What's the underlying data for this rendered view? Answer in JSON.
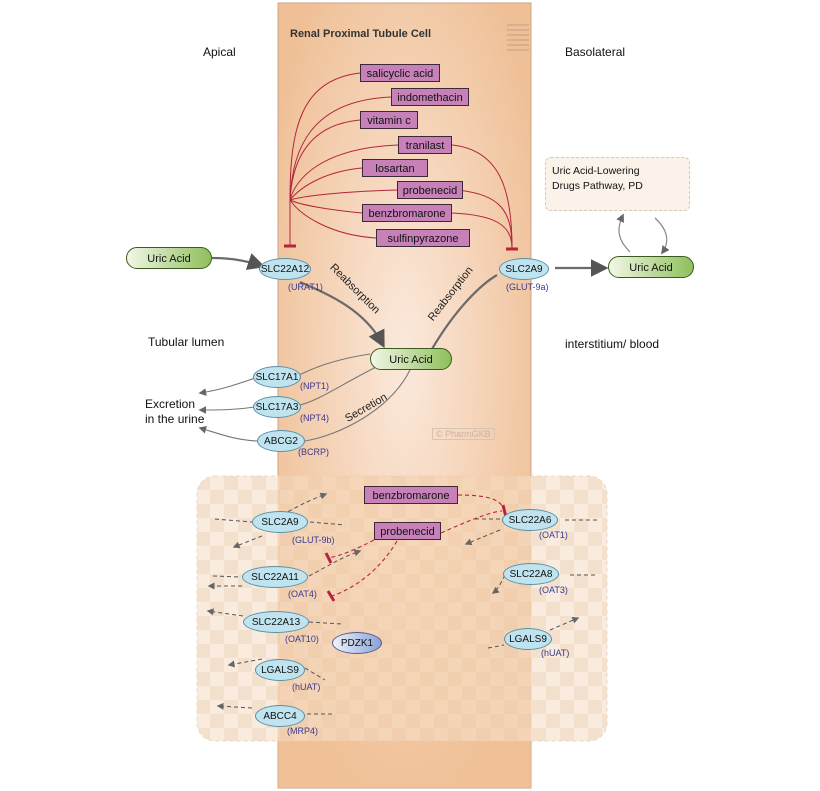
{
  "diagram": {
    "cell_title": "Renal Proximal Tubule Cell",
    "regions": {
      "apical": "Apical",
      "basolateral": "Basolateral",
      "tubular_lumen": "Tubular lumen",
      "interstitium": "interstitium/ blood",
      "excretion_line1": "Excretion",
      "excretion_line2": "in the urine"
    },
    "drugs": [
      "salicyclic acid",
      "indomethacin",
      "vitamin c",
      "tranilast",
      "losartan",
      "probenecid",
      "benzbromarone",
      "sulfinpyrazone"
    ],
    "lower_drugs": [
      "benzbromarone",
      "probenecid"
    ],
    "uric_acid": {
      "left": "Uric Acid",
      "center": "Uric Acid",
      "right": "Uric Acid"
    },
    "pathway_link": {
      "line1": "Uric Acid-Lowering",
      "line2": "Drugs Pathway, PD"
    },
    "process_labels": {
      "reabsorption_left": "Reabsorption",
      "reabsorption_right": "Reabsorption",
      "secretion": "Secretion"
    },
    "transporters_upper": [
      {
        "name": "SLC22A12",
        "alias": "(URAT1)"
      },
      {
        "name": "SLC2A9",
        "alias": "(GLUT-9a)"
      },
      {
        "name": "SLC17A1",
        "alias": "(NPT1)"
      },
      {
        "name": "SLC17A3",
        "alias": "(NPT4)"
      },
      {
        "name": "ABCG2",
        "alias": "(BCRP)"
      }
    ],
    "transporters_lower": [
      {
        "name": "SLC2A9",
        "alias": "(GLUT-9b)"
      },
      {
        "name": "SLC22A11",
        "alias": "(OAT4)"
      },
      {
        "name": "SLC22A13",
        "alias": "(OAT10)"
      },
      {
        "name": "PDZK1",
        "alias": ""
      },
      {
        "name": "LGALS9",
        "alias": "(hUAT)"
      },
      {
        "name": "ABCC4",
        "alias": "(MRP4)"
      },
      {
        "name": "SLC22A6",
        "alias": "(OAT1)"
      },
      {
        "name": "SLC22A8",
        "alias": "(OAT3)"
      },
      {
        "name": "LGALS9",
        "alias": "(hUAT)"
      }
    ],
    "watermark": "© PharmGKB",
    "colors": {
      "cell_fill": "#f3c9a4",
      "drug_fill": "#c781b8",
      "transporter_fill": "#bfe4ef",
      "uric_acid_fill": "#a5c97a",
      "inhibit_line": "#b3263e"
    }
  }
}
